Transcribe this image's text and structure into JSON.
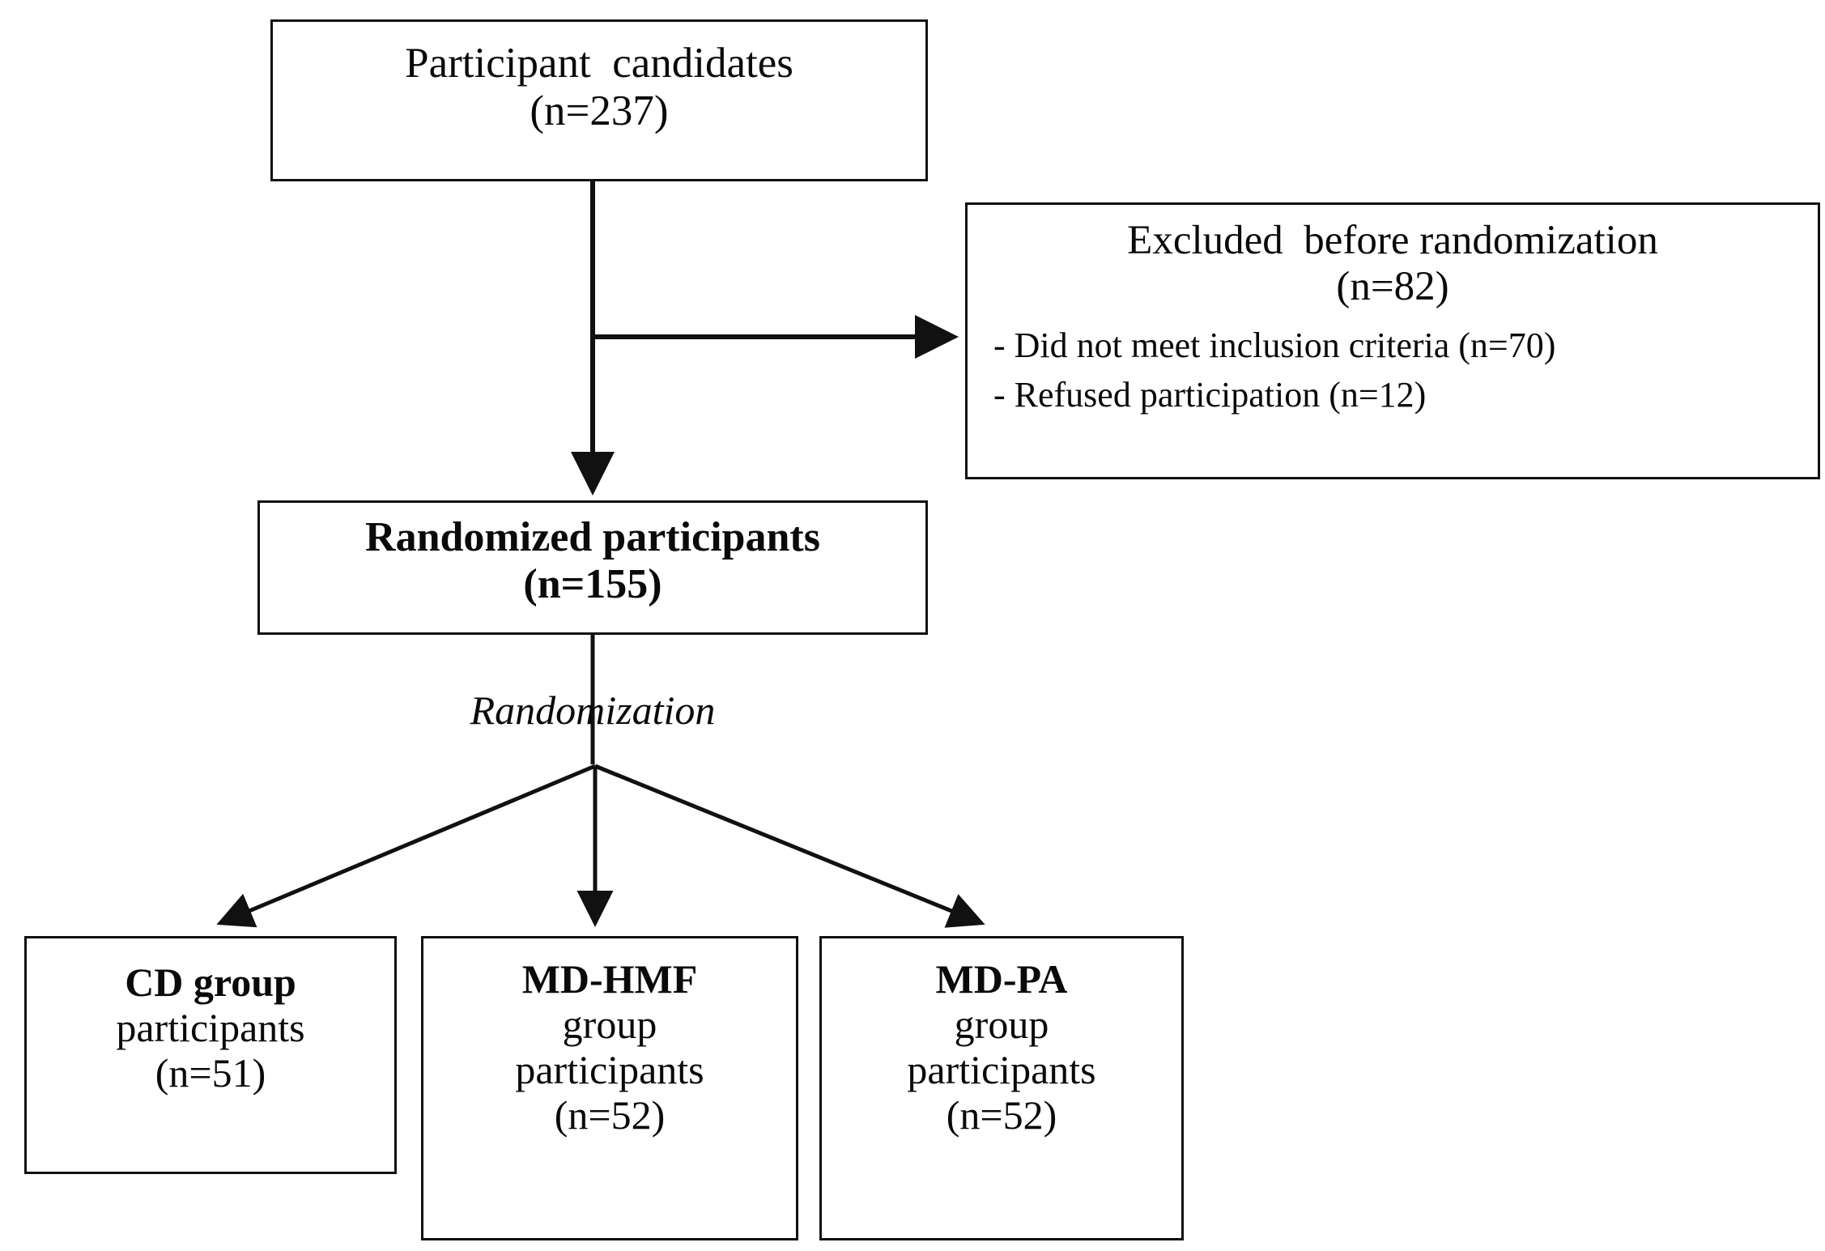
{
  "diagram": {
    "type": "participant-flow",
    "background_color": "#ffffff",
    "line_color": "#111111",
    "text_color": "#0a0a0a",
    "nodes": {
      "candidates": {
        "line1": "Participant  candidates",
        "line2": "(n=237)"
      },
      "excluded": {
        "line1": "Excluded  before randomization",
        "line2": "(n=82)",
        "bullet1": "- Did not meet inclusion criteria (n=70)",
        "bullet2": "- Refused participation (n=12)"
      },
      "randomized": {
        "line1": "Randomized participants",
        "line2": "(n=155)"
      },
      "cd_group": {
        "line1": "CD group",
        "line2": "participants",
        "line3": "(n=51)"
      },
      "mdhmf_group": {
        "line1": "MD-HMF",
        "line2": "group",
        "line3": "participants",
        "line4": "(n=52)"
      },
      "mdpa_group": {
        "line1": "MD-PA",
        "line2": "group",
        "line3": "participants",
        "line4": "(n=52)"
      }
    },
    "labels": {
      "randomization": "Randomization"
    },
    "counts": {
      "screened": 237,
      "excluded_total": 82,
      "excluded_not_meeting_criteria": 70,
      "excluded_refused": 12,
      "randomized": 155,
      "cd_group": 51,
      "mdhmf_group": 52,
      "mdpa_group": 52
    }
  }
}
